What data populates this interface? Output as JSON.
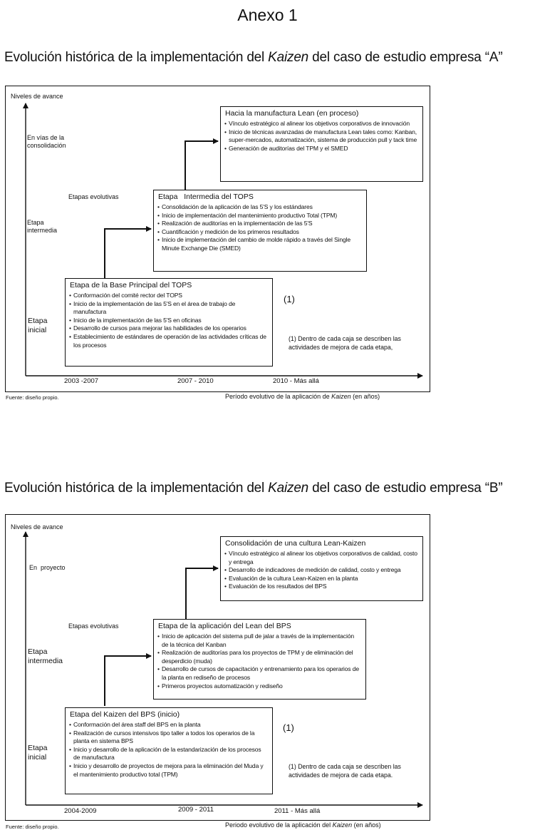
{
  "annex_title": "Anexo 1",
  "figures": [
    {
      "title_pre": "Evolución histórica de la implementación del ",
      "title_em": "Kaizen",
      "title_post": " del caso de estudio empresa “A”",
      "y_axis_title": "Niveles de avance",
      "level_top": "En vías de la consolidación",
      "level_mid": "Etapa intermedia",
      "level_low": "Etapa inicial",
      "stages_label": "Etapas evolutivas",
      "box_top": {
        "title": "Hacia la manufactura Lean (en proceso)",
        "items": [
          "Vínculo estratégico al alinear los objetivos corporativos de innovación",
          "Inicio de técnicas avanzadas de manufactura Lean tales como: Kanban, super-mercados, automatización, sistema de producción pull y tack time",
          "Generación de auditorías del TPM y el SMED"
        ]
      },
      "box_mid": {
        "title": "Etapa   Intermedia del TOPS",
        "items": [
          "Consolidación de la aplicación de las 5'S y los estándares",
          "Inicio de implementación del mantenimiento productivo Total (TPM)",
          "Realización de auditorías en la implementación de las 5'S",
          "Cuantificación y medición de los primeros resultados",
          "Inicio de implementación del cambio de molde rápido a través del Single Minute Exchange Die (SMED)"
        ]
      },
      "box_low": {
        "title": "Etapa de la Base Principal del TOPS",
        "items": [
          "Conformación del comité rector del TOPS",
          "Inicio de la implementación de las 5'S en el área de trabajo de manufactura",
          "Inicio de la implementación de las 5'S en oficinas",
          "Desarrollo de cursos para mejorar las habilidades de los operarios",
          "Establecimiento de estándares de operación de las actividades críticas de los procesos"
        ]
      },
      "note_marker": "(1)",
      "note_text": "(1)  Dentro de cada caja se describen las actividades de mejora de cada etapa,",
      "x_ticks": [
        "2003 -2007",
        "2007 - 2010",
        "2010 - Más allá"
      ],
      "source": "Fuente: diseño propio.",
      "x_caption_pre": "Período evolutivo de la aplicación de ",
      "x_caption_em": "Kaizen",
      "x_caption_post": " (en años)"
    },
    {
      "title_pre": "Evolución histórica de la implementación del ",
      "title_em": "Kaizen",
      "title_post": " del caso de estudio empresa “B”",
      "y_axis_title": "Niveles de avance",
      "level_top": "En  proyecto",
      "level_mid": "Etapa intermedia",
      "level_low": "Etapa inicial",
      "stages_label": "Etapas evolutivas",
      "box_top": {
        "title": "Consolidación de una cultura Lean-Kaizen",
        "items": [
          "Vínculo estratégico al alinear los objetivos corporativos de calidad, costo y entrega",
          "Desarrollo de indicadores de medición de calidad, costo y entrega",
          "Evaluación de la cultura Lean-Kaizen en la planta",
          "Evaluación de los resultados del BPS"
        ]
      },
      "box_mid": {
        "title": "Etapa de la aplicación del Lean del BPS",
        "items": [
          "Inicio de aplicación del sistema pull de jalar a través de la implementación de la técnica del Kanban",
          "Realización de auditorías para los proyectos de TPM y de eliminación del desperdicio (muda)",
          "Desarrollo de cursos de capacitación y entrenamiento para los operarios de la planta en rediseño de procesos",
          "Primeros proyectos automatización y rediseño"
        ]
      },
      "box_low": {
        "title": "Etapa del Kaizen del BPS (inicio)",
        "items": [
          "Conformación del área staff del BPS en la planta",
          "Realización de cursos intensivos tipo taller a todos los operarios de la planta en sistema BPS",
          "Inicio y desarrollo de la aplicación de la estandarización de los procesos de manufactura",
          "Inicio y desarrollo de proyectos de mejora para la eliminación del Muda y el mantenimiento productivo total (TPM)"
        ]
      },
      "note_marker": "(1)",
      "note_text": "(1)  Dentro de cada caja se describen las actividades de mejora de cada etapa.",
      "x_ticks": [
        "2004-2009",
        "2009 - 2011",
        "2011 - Más allá"
      ],
      "source": "Fuente: diseño propio.",
      "x_caption_pre": "Periodo evolutivo de la aplicación del ",
      "x_caption_em": "Kaizen",
      "x_caption_post": " (en años)"
    }
  ]
}
